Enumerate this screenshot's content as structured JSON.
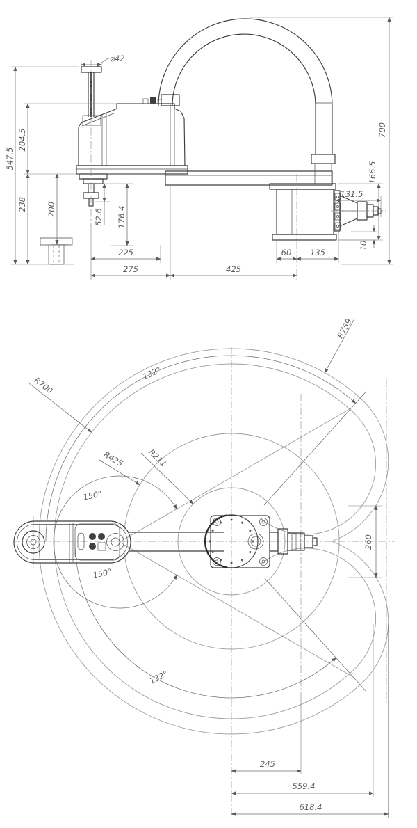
{
  "drawing": {
    "kind": "SCARA robot dimensional drawing",
    "background": "#ffffff",
    "line_color": "#3d3d3d",
    "dim_color": "#6e6e6e",
    "envelope_color": "#9c9c9c"
  },
  "side_view": {
    "dims": {
      "shaft_diameter": "⌀42",
      "height_total": "547.5",
      "height_upper": "204.5",
      "height_lower": "238",
      "z_stroke": "200",
      "quill_offset": "52.6",
      "shaft_length": "176.4",
      "cable_duct_height": "700",
      "base_height": "166.5",
      "connector_depth": "131.5",
      "base_gap": "10",
      "arm2_length": "225",
      "arm2_reach": "275",
      "arm1_length": "425",
      "base_front_offset": "60",
      "base_rear_offset": "135"
    }
  },
  "top_view": {
    "radii": {
      "max_reach": "R759",
      "mid_reach": "R700",
      "arm1_reach": "R425",
      "min_reach": "R211"
    },
    "angles": {
      "j1_upper": "132°",
      "j1_lower": "132°",
      "j2_upper": "150°",
      "j2_lower": "150°"
    },
    "dims": {
      "lobe_gap": "260",
      "offset_a": "245",
      "offset_b": "559.4",
      "offset_c": "618.4"
    }
  }
}
